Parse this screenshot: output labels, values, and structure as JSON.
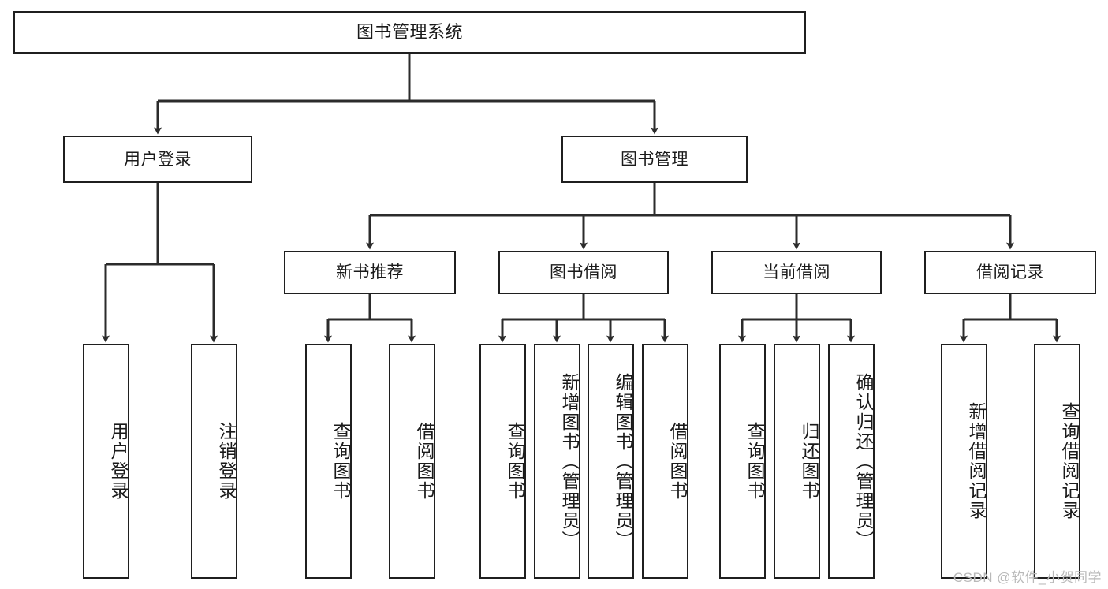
{
  "diagram": {
    "title": "图书管理系统",
    "type": "tree-hierarchy-diagram",
    "colors": {
      "stroke": "#1f1f1f",
      "fill": "#ffffff",
      "background": "#ffffff",
      "watermark": "#b9b9b9"
    },
    "root": {
      "label": "图书管理系统"
    },
    "level2": [
      {
        "label": "用户登录"
      },
      {
        "label": "图书管理"
      }
    ],
    "level3": [
      {
        "label": "新书推荐"
      },
      {
        "label": "图书借阅"
      },
      {
        "label": "当前借阅"
      },
      {
        "label": "借阅记录"
      }
    ],
    "leaves": {
      "user_login": [
        {
          "label": "用户登录"
        },
        {
          "label": "注销登录"
        }
      ],
      "new_book_recommend": [
        {
          "label": "查询图书"
        },
        {
          "label": "借阅图书"
        }
      ],
      "book_borrow": [
        {
          "label": "查询图书"
        },
        {
          "label": "新增图书（管理员）"
        },
        {
          "label": "编辑图书（管理员）"
        },
        {
          "label": "借阅图书"
        }
      ],
      "current_borrow": [
        {
          "label": "查询图书"
        },
        {
          "label": "归还图书"
        },
        {
          "label": "确认归还（管理员）"
        }
      ],
      "borrow_record": [
        {
          "label": "新增借阅记录"
        },
        {
          "label": "查询借阅记录"
        }
      ]
    },
    "watermark": "CSDN @软件_小贺同学"
  }
}
